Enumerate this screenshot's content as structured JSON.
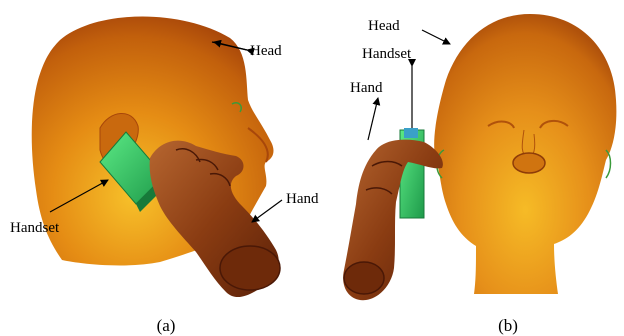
{
  "panels": [
    {
      "caption": "(a)",
      "labels": {
        "head": "Head",
        "handset": "Handset",
        "hand": "Hand"
      }
    },
    {
      "caption": "(b)",
      "labels": {
        "head": "Head",
        "handset": "Handset",
        "hand": "Hand"
      }
    }
  ],
  "colors": {
    "head_highlight": "#f2b01e",
    "head_mid": "#dd7d10",
    "head_shadow": "#a8470a",
    "hand_light": "#a85a26",
    "hand_dark": "#5a2008",
    "handset_light": "#4ee07a",
    "handset_dark": "#1e9a4a",
    "label_arrow": "#000000"
  }
}
